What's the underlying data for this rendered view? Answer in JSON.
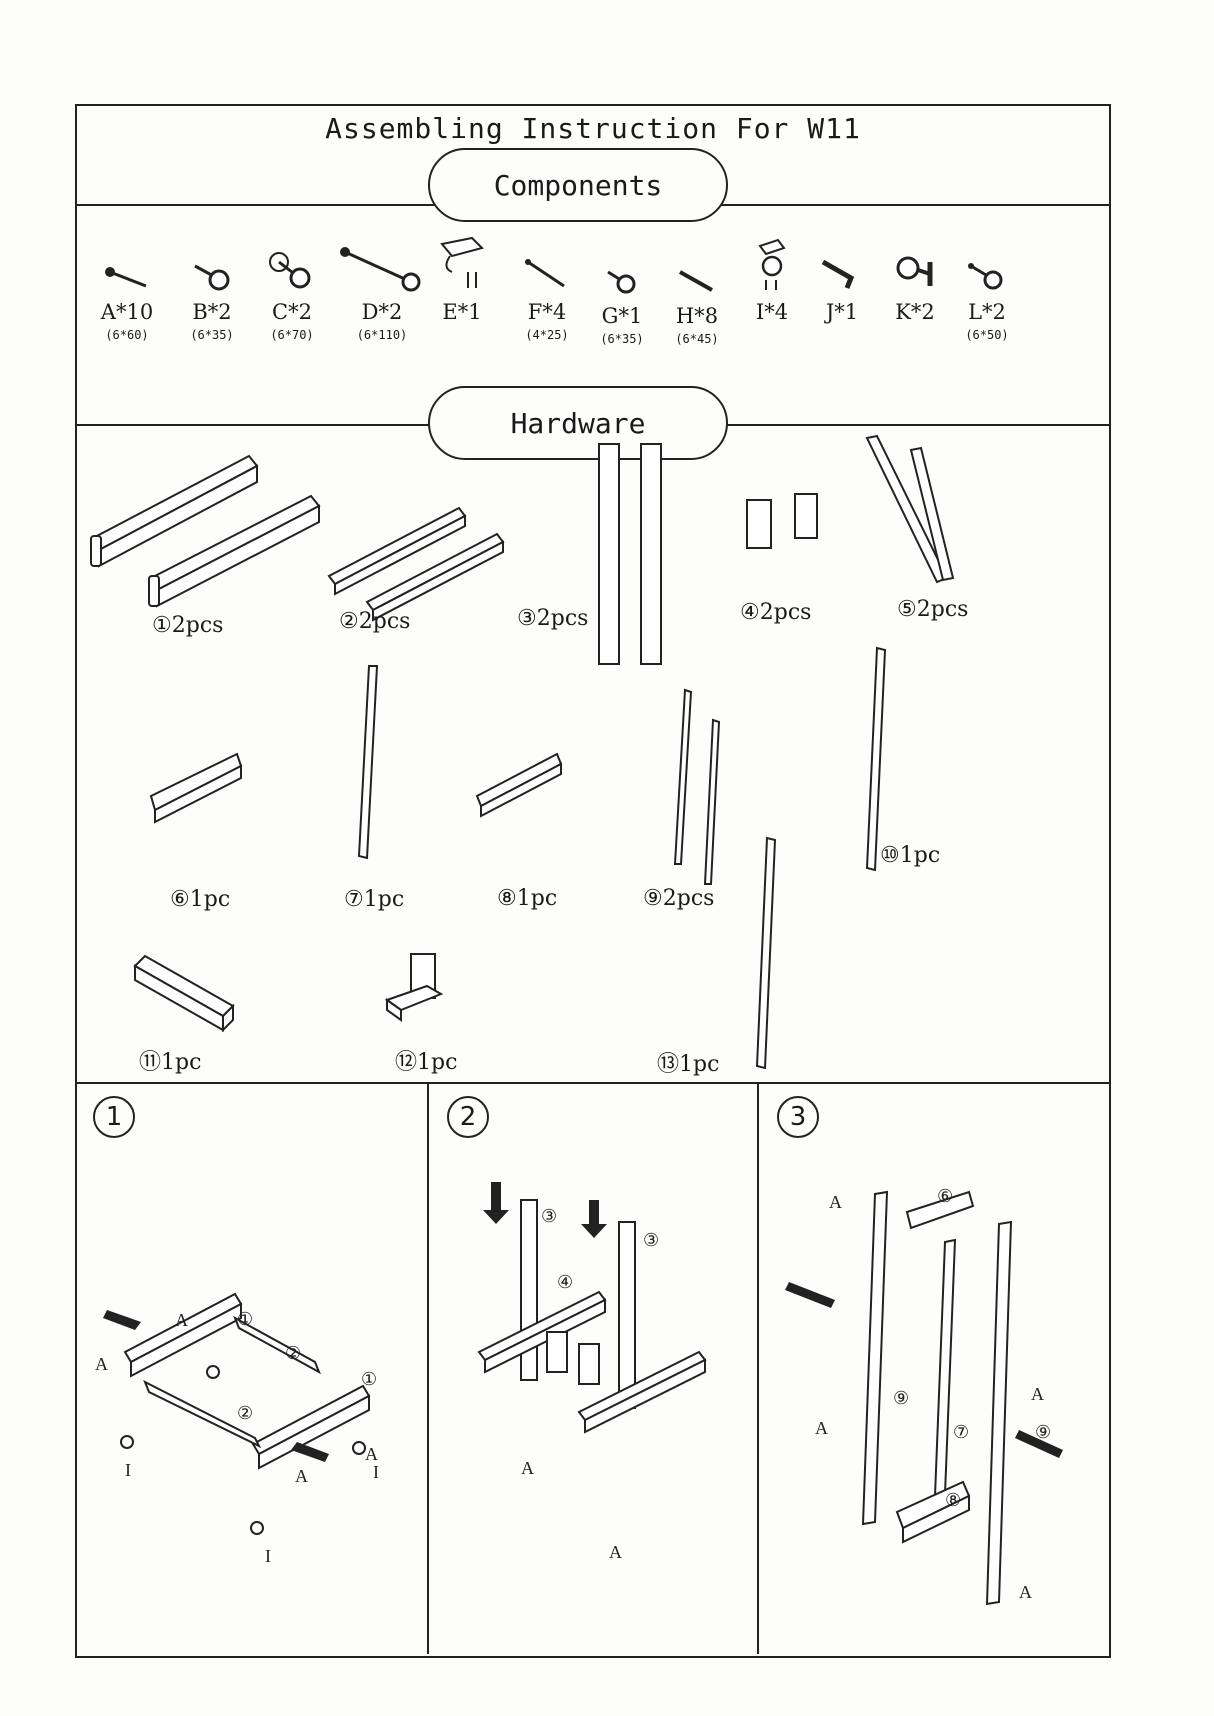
{
  "document": {
    "title": "Assembling Instruction For W11",
    "section_components": "Components",
    "section_hardware": "Hardware"
  },
  "components": [
    {
      "label": "A*10",
      "size": "(6*60)",
      "icon": "bolt-icon"
    },
    {
      "label": "B*2",
      "size": "(6*35)",
      "icon": "knob-bolt-icon"
    },
    {
      "label": "C*2",
      "size": "(6*70)",
      "icon": "washer-knob-bolt-icon"
    },
    {
      "label": "D*2",
      "size": "(6*110)",
      "icon": "long-knob-bolt-icon"
    },
    {
      "label": "E*1",
      "size": "",
      "icon": "bracket-screws-icon"
    },
    {
      "label": "F*4",
      "size": "(4*25)",
      "icon": "wood-screw-icon"
    },
    {
      "label": "G*1",
      "size": "(6*35)",
      "icon": "knob-bolt-icon"
    },
    {
      "label": "H*8",
      "size": "(6*45)",
      "icon": "dowel-icon"
    },
    {
      "label": "I*4",
      "size": "",
      "icon": "caster-icon"
    },
    {
      "label": "J*1",
      "size": "",
      "icon": "allen-key-icon"
    },
    {
      "label": "K*2",
      "size": "",
      "icon": "t-knob-icon"
    },
    {
      "label": "L*2",
      "size": "(6*50)",
      "icon": "knob-bolt-icon"
    }
  ],
  "hardware": [
    {
      "num": "①",
      "qty": "2pcs"
    },
    {
      "num": "②",
      "qty": "2pcs"
    },
    {
      "num": "③",
      "qty": "2pcs"
    },
    {
      "num": "④",
      "qty": "2pcs"
    },
    {
      "num": "⑤",
      "qty": "2pcs"
    },
    {
      "num": "⑥",
      "qty": "1pc"
    },
    {
      "num": "⑦",
      "qty": "1pc"
    },
    {
      "num": "⑧",
      "qty": "1pc"
    },
    {
      "num": "⑨",
      "qty": "2pcs"
    },
    {
      "num": "⑩",
      "qty": "1pc"
    },
    {
      "num": "⑪",
      "qty": "1pc"
    },
    {
      "num": "⑫",
      "qty": "1pc"
    },
    {
      "num": "⑬",
      "qty": "1pc"
    }
  ],
  "steps": [
    {
      "num": "1",
      "callouts": [
        "A",
        "A",
        "A",
        "A",
        "I",
        "I",
        "I",
        "①",
        "①",
        "②",
        "②"
      ]
    },
    {
      "num": "2",
      "callouts": [
        "③",
        "③",
        "④",
        "A",
        "A"
      ]
    },
    {
      "num": "3",
      "callouts": [
        "A",
        "A",
        "A",
        "A",
        "⑥",
        "⑦",
        "⑧",
        "⑨",
        "⑨"
      ]
    }
  ]
}
